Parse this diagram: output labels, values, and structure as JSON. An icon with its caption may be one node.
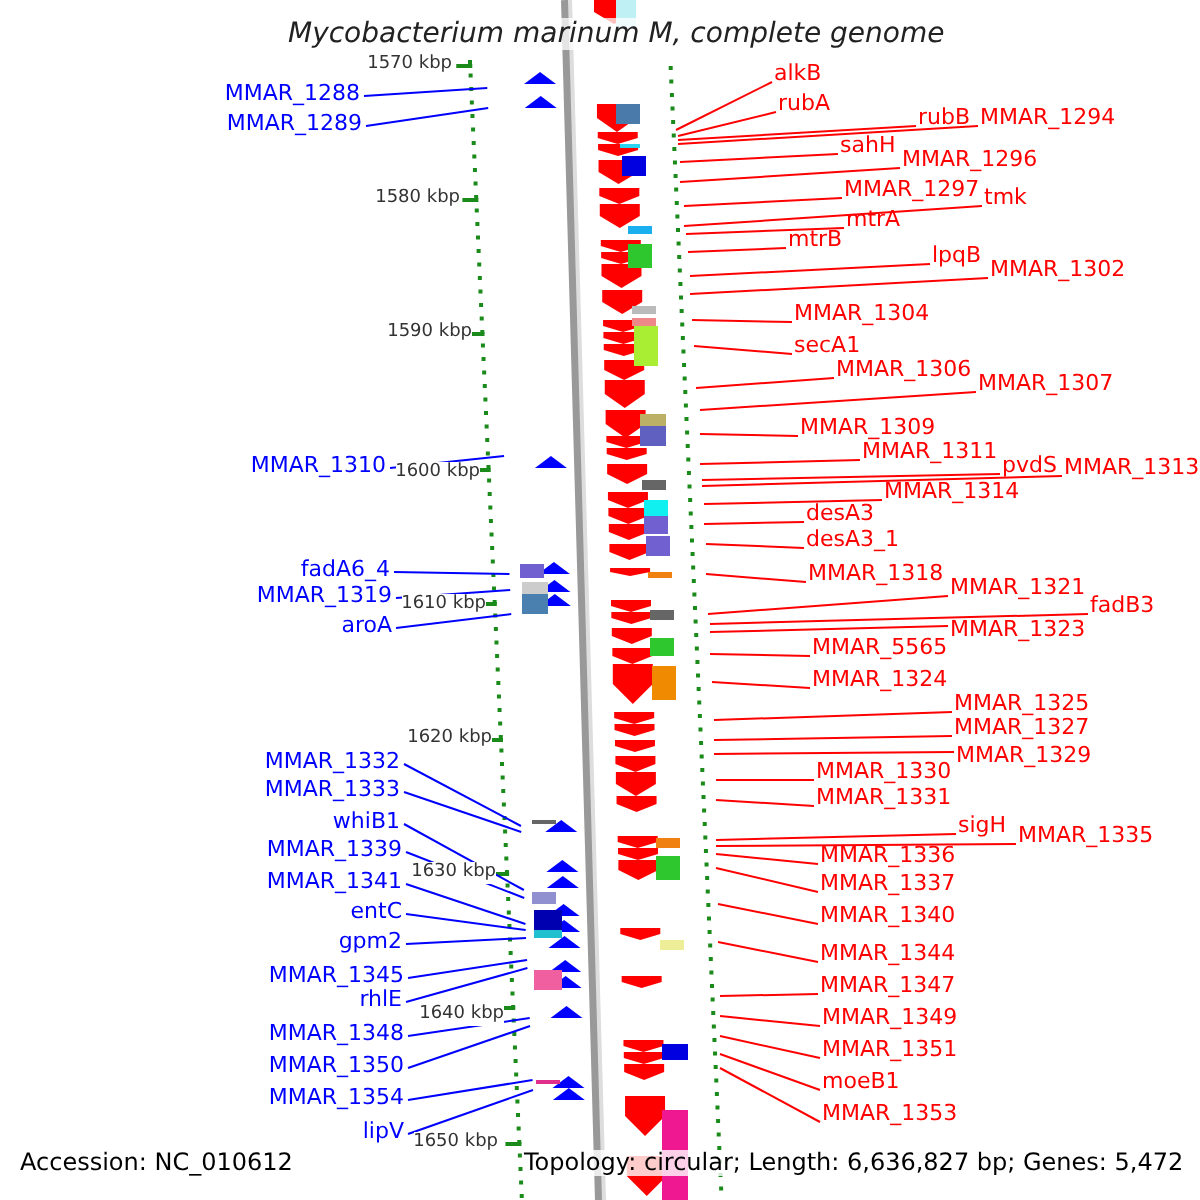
{
  "diagram": {
    "title": "Mycobacterium marinum M, complete genome",
    "nodes": [
      {
        "text": [
          "MMAR_1288"
        ]
      },
      {
        "text": [
          "MMAR_1289"
        ]
      },
      {
        "text": [
          "MMAR_1310"
        ]
      },
      {
        "text": [
          "fadA6_4"
        ]
      },
      {
        "text": [
          "MMAR_1319"
        ]
      },
      {
        "text": [
          "aroA"
        ]
      },
      {
        "text": [
          "MMAR_1332"
        ]
      },
      {
        "text": [
          "MMAR_1333"
        ]
      },
      {
        "text": [
          "whiB1"
        ]
      },
      {
        "text": [
          "MMAR_1339"
        ]
      },
      {
        "text": [
          "MMAR_1341"
        ]
      },
      {
        "text": [
          "entC"
        ]
      },
      {
        "text": [
          "gpm2"
        ]
      },
      {
        "text": [
          "MMAR_1345"
        ]
      },
      {
        "text": [
          "rhlE"
        ]
      },
      {
        "text": [
          "MMAR_1348"
        ]
      },
      {
        "text": [
          "MMAR_1350"
        ]
      },
      {
        "text": [
          "MMAR_1354"
        ]
      },
      {
        "text": [
          "lipV"
        ]
      },
      {
        "text": [
          "alkB"
        ]
      },
      {
        "text": [
          "rubA"
        ]
      },
      {
        "text": [
          "rubB"
        ]
      },
      {
        "text": [
          "MMAR_1294"
        ]
      },
      {
        "text": [
          "sahH"
        ]
      },
      {
        "text": [
          "MMAR_1296"
        ]
      },
      {
        "text": [
          "MMAR_1297"
        ]
      },
      {
        "text": [
          "tmk"
        ]
      },
      {
        "text": [
          "mtrA"
        ]
      },
      {
        "text": [
          "mtrB"
        ]
      },
      {
        "text": [
          "lpqB"
        ]
      },
      {
        "text": [
          "MMAR_1302"
        ]
      },
      {
        "text": [
          "MMAR_1304"
        ]
      },
      {
        "text": [
          "secA1"
        ]
      },
      {
        "text": [
          "MMAR_1306"
        ]
      },
      {
        "text": [
          "MMAR_1307"
        ]
      },
      {
        "text": [
          "MMAR_1309"
        ]
      },
      {
        "text": [
          "MMAR_1311"
        ]
      },
      {
        "text": [
          "pvdS"
        ]
      },
      {
        "text": [
          "MMAR_1313"
        ]
      },
      {
        "text": [
          "MMAR_1314"
        ]
      },
      {
        "text": [
          "desA3"
        ]
      },
      {
        "text": [
          "desA3_1"
        ]
      },
      {
        "text": [
          "MMAR_1318"
        ]
      },
      {
        "text": [
          "MMAR_1321"
        ]
      },
      {
        "text": [
          "fadB3"
        ]
      },
      {
        "text": [
          "MMAR_1323"
        ]
      },
      {
        "text": [
          "MMAR_5565"
        ]
      },
      {
        "text": [
          "MMAR_1324"
        ]
      },
      {
        "text": [
          "MMAR_1325"
        ]
      },
      {
        "text": [
          "MMAR_1327"
        ]
      },
      {
        "text": [
          "MMAR_1329"
        ]
      },
      {
        "text": [
          "MMAR_1330"
        ]
      },
      {
        "text": [
          "MMAR_1331"
        ]
      },
      {
        "text": [
          "sigH"
        ]
      },
      {
        "text": [
          "MMAR_1335"
        ]
      },
      {
        "text": [
          "MMAR_1336"
        ]
      },
      {
        "text": [
          "MMAR_1337"
        ]
      },
      {
        "text": [
          "MMAR_1340"
        ]
      },
      {
        "text": [
          "MMAR_1344"
        ]
      },
      {
        "text": [
          "MMAR_1347"
        ]
      },
      {
        "text": [
          "MMAR_1349"
        ]
      },
      {
        "text": [
          "MMAR_1351"
        ]
      },
      {
        "text": [
          "moeB1"
        ]
      },
      {
        "text": [
          "MMAR_1353"
        ]
      }
    ],
    "edges": [
      {
        "from": 0,
        "to": null,
        "arrow": "none",
        "color": "#0000ff"
      },
      {
        "from": 1,
        "to": null,
        "arrow": "none",
        "color": "#0000ff"
      },
      {
        "from": 2,
        "to": null,
        "arrow": "none",
        "color": "#0000ff"
      },
      {
        "from": 3,
        "to": null,
        "arrow": "none",
        "color": "#0000ff"
      },
      {
        "from": 4,
        "to": null,
        "arrow": "none",
        "color": "#0000ff"
      },
      {
        "from": 5,
        "to": null,
        "arrow": "none",
        "color": "#0000ff"
      },
      {
        "from": 6,
        "to": null,
        "arrow": "none",
        "color": "#0000ff"
      },
      {
        "from": 7,
        "to": null,
        "arrow": "none",
        "color": "#0000ff"
      },
      {
        "from": 8,
        "to": null,
        "arrow": "none",
        "color": "#0000ff"
      },
      {
        "from": 9,
        "to": null,
        "arrow": "none",
        "color": "#0000ff"
      },
      {
        "from": 10,
        "to": null,
        "arrow": "none",
        "color": "#0000ff"
      },
      {
        "from": 11,
        "to": null,
        "arrow": "none",
        "color": "#0000ff"
      },
      {
        "from": 12,
        "to": null,
        "arrow": "none",
        "color": "#0000ff"
      },
      {
        "from": 13,
        "to": null,
        "arrow": "none",
        "color": "#0000ff"
      },
      {
        "from": 14,
        "to": null,
        "arrow": "none",
        "color": "#0000ff"
      },
      {
        "from": 15,
        "to": null,
        "arrow": "none",
        "color": "#0000ff"
      },
      {
        "from": 16,
        "to": null,
        "arrow": "none",
        "color": "#0000ff"
      },
      {
        "from": 17,
        "to": null,
        "arrow": "none",
        "color": "#0000ff"
      },
      {
        "from": 18,
        "to": null,
        "arrow": "none",
        "color": "#0000ff"
      },
      {
        "from": 19,
        "to": null,
        "arrow": "none"
      },
      {
        "from": 20,
        "to": null,
        "arrow": "none"
      },
      {
        "from": 21,
        "to": null,
        "arrow": "none"
      },
      {
        "from": 22,
        "to": null,
        "arrow": "none"
      },
      {
        "from": 23,
        "to": null,
        "arrow": "none"
      },
      {
        "from": 24,
        "to": null,
        "arrow": "none"
      },
      {
        "from": 25,
        "to": null,
        "arrow": "none"
      },
      {
        "from": 26,
        "to": null,
        "arrow": "none"
      },
      {
        "from": 27,
        "to": null,
        "arrow": "none"
      },
      {
        "from": 28,
        "to": null,
        "arrow": "none"
      },
      {
        "from": 29,
        "to": null,
        "arrow": "none"
      },
      {
        "from": 30,
        "to": null,
        "arrow": "none"
      },
      {
        "from": 31,
        "to": null,
        "arrow": "none"
      },
      {
        "from": 32,
        "to": null,
        "arrow": "none"
      },
      {
        "from": 33,
        "to": null,
        "arrow": "none"
      },
      {
        "from": 34,
        "to": null,
        "arrow": "none"
      },
      {
        "from": 35,
        "to": null,
        "arrow": "none"
      },
      {
        "from": 36,
        "to": null,
        "arrow": "none"
      },
      {
        "from": 37,
        "to": null,
        "arrow": "none"
      },
      {
        "from": 38,
        "to": null,
        "arrow": "none"
      },
      {
        "from": 39,
        "to": null,
        "arrow": "none"
      },
      {
        "from": 40,
        "to": null,
        "arrow": "none"
      },
      {
        "from": 41,
        "to": null,
        "arrow": "none"
      },
      {
        "from": 42,
        "to": null,
        "arrow": "none"
      },
      {
        "from": 43,
        "to": null,
        "arrow": "none"
      },
      {
        "from": 44,
        "to": null,
        "arrow": "none"
      },
      {
        "from": 45,
        "to": null,
        "arrow": "none"
      },
      {
        "from": 46,
        "to": null,
        "arrow": "none"
      },
      {
        "from": 47,
        "to": null,
        "arrow": "none"
      },
      {
        "from": 48,
        "to": null,
        "arrow": "none"
      },
      {
        "from": 49,
        "to": null,
        "arrow": "none"
      },
      {
        "from": 50,
        "to": null,
        "arrow": "none"
      },
      {
        "from": 51,
        "to": null,
        "arrow": "none"
      },
      {
        "from": 52,
        "to": null,
        "arrow": "none"
      },
      {
        "from": 53,
        "to": null,
        "arrow": "none"
      },
      {
        "from": 54,
        "to": null,
        "arrow": "none"
      },
      {
        "from": 55,
        "to": null,
        "arrow": "none"
      },
      {
        "from": 56,
        "to": null,
        "arrow": "none"
      },
      {
        "from": 57,
        "to": null,
        "arrow": "none"
      },
      {
        "from": 58,
        "to": null,
        "arrow": "none"
      },
      {
        "from": 59,
        "to": null,
        "arrow": "none"
      },
      {
        "from": 60,
        "to": null,
        "arrow": "none"
      },
      {
        "from": 61,
        "to": null,
        "arrow": "none"
      },
      {
        "from": 62,
        "to": null,
        "arrow": "none"
      },
      {
        "from": 63,
        "to": null,
        "arrow": "none"
      }
    ],
    "labels": [
      "1570 kbp",
      "1580 kbp",
      "1590 kbp",
      "1600 kbp",
      "1610 kbp",
      "1620 kbp",
      "1630 kbp",
      "1640 kbp",
      "1650 kbp",
      "Accession: NC_010612",
      "Topology: circular; Length: 6,636,827 bp; Genes: 5,472"
    ]
  }
}
